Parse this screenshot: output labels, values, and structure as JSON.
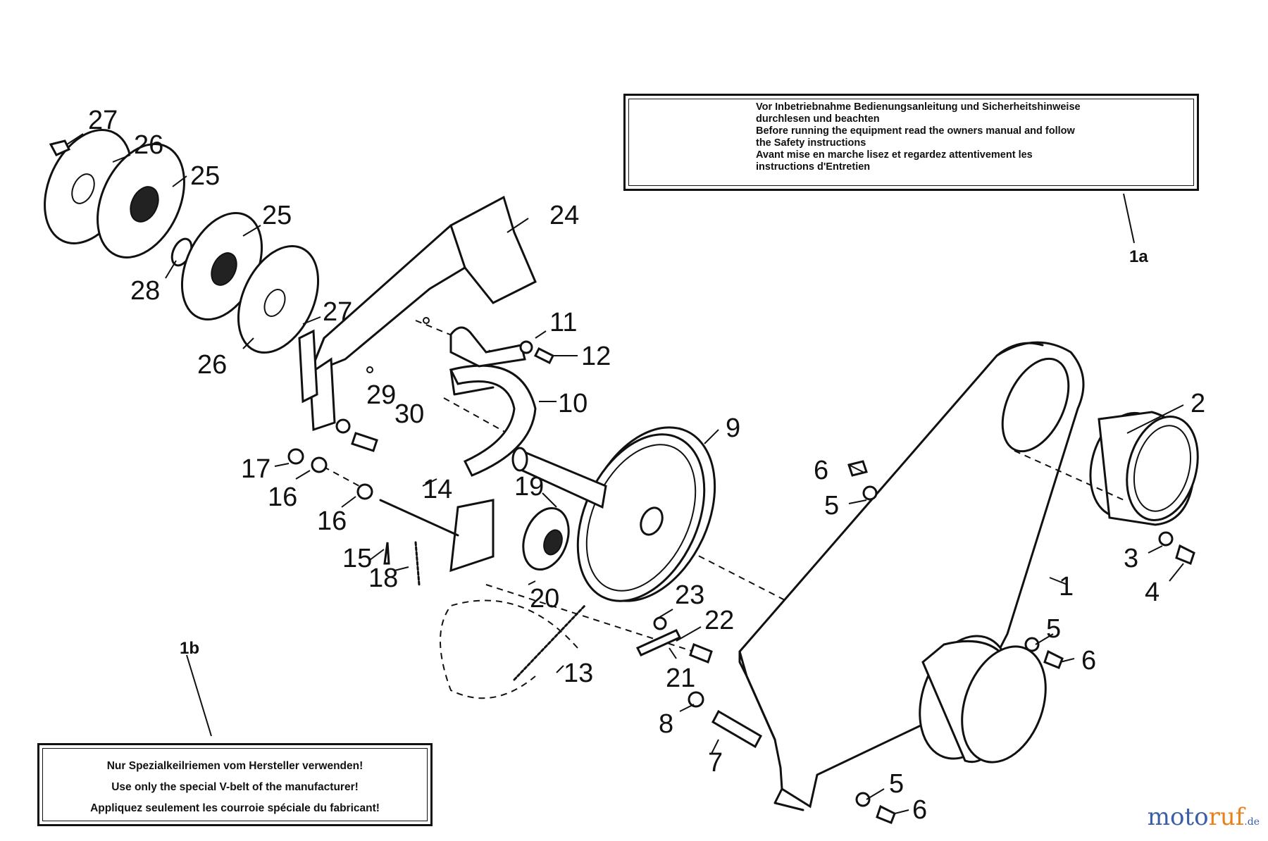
{
  "warning_label": {
    "lines": [
      "Vor Inbetriebnahme Bedienungsanleitung und Sicherheitshinweise",
      "durchlesen und beachten",
      "Before running the equipment read the owners manual and follow",
      "the Safety instructions",
      "Avant mise en marche lisez et regardez attentivement les",
      "instructions d'Entretien"
    ],
    "callout": "1a"
  },
  "belt_label": {
    "lines": [
      "Nur Spezialkeilriemen vom Hersteller verwenden!",
      "Use only the special V-belt of the manufacturer!",
      "Appliquez seulement les courroie spéciale du fabricant!"
    ],
    "callout": "1b"
  },
  "callouts": {
    "c1": "1",
    "c2": "2",
    "c3": "3",
    "c4": "4",
    "c5a": "5",
    "c5b": "5",
    "c5c": "5",
    "c6a": "6",
    "c6b": "6",
    "c6c": "6",
    "c7": "7",
    "c8": "8",
    "c9": "9",
    "c10": "10",
    "c11": "11",
    "c12": "12",
    "c13": "13",
    "c14": "14",
    "c15": "15",
    "c16a": "16",
    "c16b": "16",
    "c17": "17",
    "c18": "18",
    "c19": "19",
    "c20": "20",
    "c21": "21",
    "c22": "22",
    "c23": "23",
    "c24": "24",
    "c25a": "25",
    "c25b": "25",
    "c26a": "26",
    "c26b": "26",
    "c27a": "27",
    "c27b": "27",
    "c28": "28",
    "c29": "29",
    "c30": "30"
  },
  "watermark": {
    "brand_a": "moto",
    "brand_b": "ruf",
    "suffix": ".de"
  }
}
